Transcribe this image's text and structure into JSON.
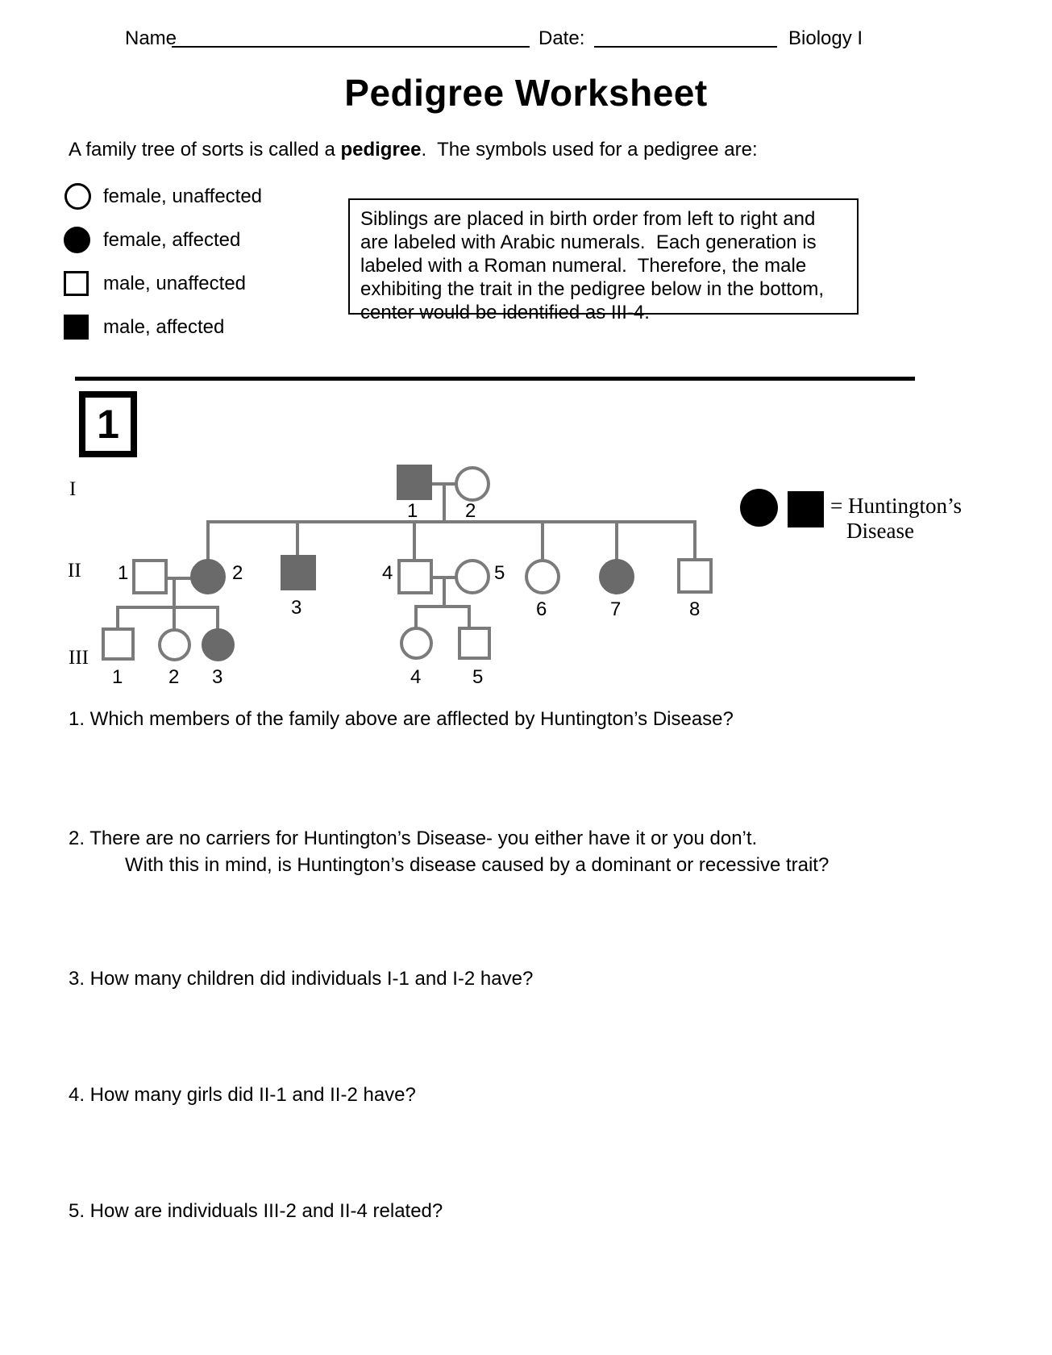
{
  "header": {
    "name_label": "Name",
    "date_label": "Date:",
    "course_label": "Biology I"
  },
  "title": "Pedigree Worksheet",
  "intro": {
    "part1": "A family tree of sorts is called a ",
    "bold": "pedigree",
    "part2": ".  The symbols used for a pedigree are:"
  },
  "symbol_key": [
    {
      "icon": "circle-outline",
      "label": "female, unaffected"
    },
    {
      "icon": "circle-filled",
      "label": "female, affected"
    },
    {
      "icon": "square-outline",
      "label": "male, unaffected"
    },
    {
      "icon": "square-filled",
      "label": "male, affected"
    }
  ],
  "info_box": {
    "text": "Siblings are placed in birth order from left to right and are labeled with Arabic numerals.  Each generation is labeled with a Roman numeral.  Therefore, the male exhibiting the trait in the pedigree below in the bottom, center would be identified as III-4."
  },
  "section_number": "1",
  "pedigree": {
    "generation_labels": [
      "I",
      "II",
      "III"
    ],
    "individuals": [
      {
        "id": "I-1",
        "label": "1",
        "sex": "male",
        "affected": true
      },
      {
        "id": "I-2",
        "label": "2",
        "sex": "female",
        "affected": false
      },
      {
        "id": "II-1",
        "label": "1",
        "sex": "male",
        "affected": false
      },
      {
        "id": "II-2",
        "label": "2",
        "sex": "female",
        "affected": true
      },
      {
        "id": "II-3",
        "label": "3",
        "sex": "male",
        "affected": true
      },
      {
        "id": "II-4",
        "label": "4",
        "sex": "male",
        "affected": false
      },
      {
        "id": "II-5",
        "label": "5",
        "sex": "female",
        "affected": false
      },
      {
        "id": "II-6",
        "label": "6",
        "sex": "female",
        "affected": false
      },
      {
        "id": "II-7",
        "label": "7",
        "sex": "female",
        "affected": true
      },
      {
        "id": "II-8",
        "label": "8",
        "sex": "male",
        "affected": false
      },
      {
        "id": "III-1",
        "label": "1",
        "sex": "male",
        "affected": false
      },
      {
        "id": "III-2",
        "label": "2",
        "sex": "female",
        "affected": false
      },
      {
        "id": "III-3",
        "label": "3",
        "sex": "female",
        "affected": true
      },
      {
        "id": "III-4",
        "label": "4",
        "sex": "female",
        "affected": false
      },
      {
        "id": "III-5",
        "label": "5",
        "sex": "male",
        "affected": false
      }
    ],
    "families": [
      {
        "parents": [
          "I-1",
          "I-2"
        ],
        "children": [
          "II-2",
          "II-3",
          "II-4",
          "II-6",
          "II-7",
          "II-8"
        ]
      },
      {
        "parents": [
          "II-1",
          "II-2"
        ],
        "children": [
          "III-1",
          "III-2",
          "III-3"
        ]
      },
      {
        "parents": [
          "II-4",
          "II-5"
        ],
        "children": [
          "III-4",
          "III-5"
        ]
      }
    ],
    "disease_key": {
      "line1": "= Huntington’s",
      "line2": "Disease"
    },
    "colors": {
      "affected_fill": "#6a6a6a",
      "connector": "#7b7b7b",
      "key_black": "#000000"
    }
  },
  "questions": [
    {
      "line1": "1. Which members of the family above are afflected by Huntington’s Disease?"
    },
    {
      "line1": "2. There are no carriers for Huntington’s Disease- you either have it or you don’t.",
      "line2": "With this in mind, is Huntington’s disease caused by a dominant or recessive trait?"
    },
    {
      "line1": "3. How many children did individuals I-1 and I-2 have?"
    },
    {
      "line1": "4. How many girls did II-1 and II-2 have?"
    },
    {
      "line1": "5. How are individuals III-2 and II-4 related?"
    }
  ]
}
